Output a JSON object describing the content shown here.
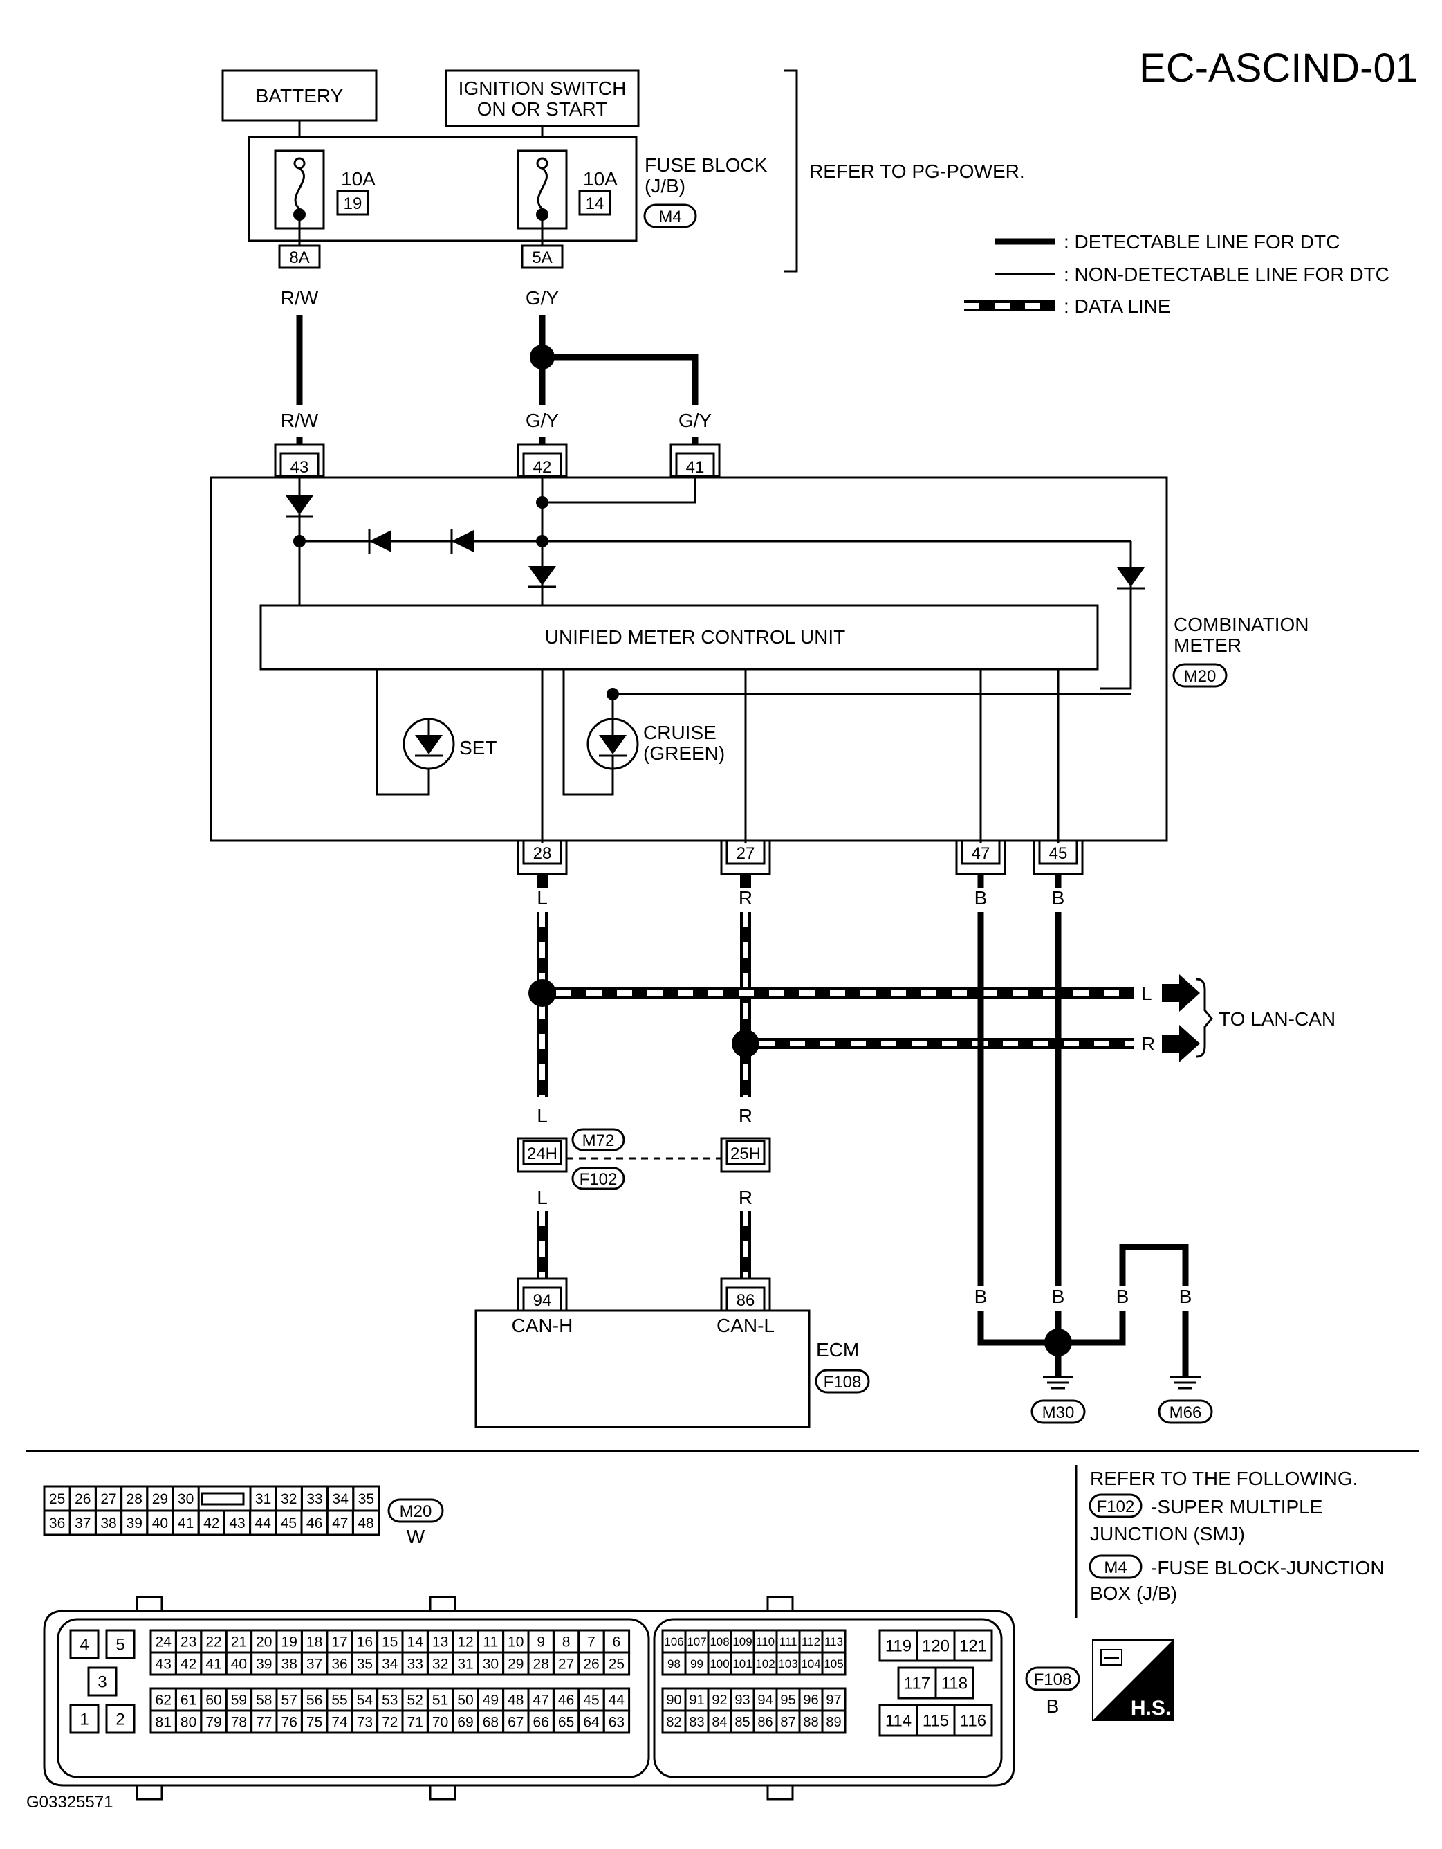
{
  "title": "EC-ASCIND-01",
  "figure_id": "G03325571",
  "supply": {
    "battery": "BATTERY",
    "ignition_line1": "IGNITION SWITCH",
    "ignition_line2": "ON OR START"
  },
  "fuse_block": {
    "label_line1": "FUSE BLOCK",
    "label_line2": "(J/B)",
    "connector": "M4",
    "refer": "REFER TO PG-POWER.",
    "fuse1_rating": "10A",
    "fuse1_no": "19",
    "fuse1_terminal": "8A",
    "fuse2_rating": "10A",
    "fuse2_no": "14",
    "fuse2_terminal": "5A"
  },
  "legend": {
    "detectable": ": DETECTABLE LINE FOR DTC",
    "non_detectable": ": NON-DETECTABLE LINE FOR DTC",
    "data_line": ": DATA LINE"
  },
  "wire_colors": {
    "rw": "R/W",
    "gy": "G/Y",
    "l": "L",
    "r": "R",
    "b": "B"
  },
  "combination_meter": {
    "label_line1": "COMBINATION",
    "label_line2": "METER",
    "connector": "M20",
    "unit": "UNIFIED METER CONTROL UNIT",
    "set": "SET",
    "cruise_line1": "CRUISE",
    "cruise_line2": "(GREEN)",
    "pins_top": [
      "43",
      "42",
      "41"
    ],
    "pins_bottom": [
      "28",
      "27",
      "47",
      "45"
    ]
  },
  "lan_can": {
    "label": "TO LAN-CAN",
    "l": "L",
    "r": "R"
  },
  "junction": {
    "pin_l": "24H",
    "pin_r": "25H",
    "conn1": "M72",
    "conn2": "F102"
  },
  "ecm": {
    "label": "ECM",
    "connector": "F108",
    "pin_h": "94",
    "pin_l": "86",
    "can_h": "CAN-H",
    "can_l": "CAN-L"
  },
  "grounds": [
    "M30",
    "M66"
  ],
  "refer_following": {
    "title": "REFER TO THE FOLLOWING.",
    "item1_conn": "F102",
    "item1_line1": "-SUPER MULTIPLE",
    "item1_line2": "JUNCTION (SMJ)",
    "item2_conn": "M4",
    "item2_line1": "-FUSE BLOCK-JUNCTION",
    "item2_line2": "BOX (J/B)"
  },
  "m20_connector": {
    "id": "M20",
    "color": "W",
    "row1_left": [
      "25",
      "26",
      "27",
      "28",
      "29",
      "30"
    ],
    "row1_right": [
      "31",
      "32",
      "33",
      "34",
      "35"
    ],
    "row2": [
      "36",
      "37",
      "38",
      "39",
      "40",
      "41",
      "42",
      "43",
      "44",
      "45",
      "46",
      "47",
      "48"
    ]
  },
  "f108_connector": {
    "id": "F108",
    "color": "B",
    "left_block": [
      "4",
      "5",
      "3",
      "1",
      "2"
    ],
    "row1": [
      "24",
      "23",
      "22",
      "21",
      "20",
      "19",
      "18",
      "17",
      "16",
      "15",
      "14",
      "13",
      "12",
      "11",
      "10",
      "9",
      "8",
      "7",
      "6"
    ],
    "row2": [
      "43",
      "42",
      "41",
      "40",
      "39",
      "38",
      "37",
      "36",
      "35",
      "34",
      "33",
      "32",
      "31",
      "30",
      "29",
      "28",
      "27",
      "26",
      "25"
    ],
    "row3": [
      "62",
      "61",
      "60",
      "59",
      "58",
      "57",
      "56",
      "55",
      "54",
      "53",
      "52",
      "51",
      "50",
      "49",
      "48",
      "47",
      "46",
      "45",
      "44"
    ],
    "row4": [
      "81",
      "80",
      "79",
      "78",
      "77",
      "76",
      "75",
      "74",
      "73",
      "72",
      "71",
      "70",
      "69",
      "68",
      "67",
      "66",
      "65",
      "64",
      "63"
    ],
    "mid_row1": [
      "106",
      "107",
      "108",
      "109",
      "110",
      "111",
      "112",
      "113"
    ],
    "mid_row2": [
      "98",
      "99",
      "100",
      "101",
      "102",
      "103",
      "104",
      "105"
    ],
    "mid_row3": [
      "90",
      "91",
      "92",
      "93",
      "94",
      "95",
      "96",
      "97"
    ],
    "mid_row4": [
      "82",
      "83",
      "84",
      "85",
      "86",
      "87",
      "88",
      "89"
    ],
    "right_top": [
      "119",
      "120",
      "121"
    ],
    "right_mid": [
      "117",
      "118"
    ],
    "right_bot": [
      "114",
      "115",
      "116"
    ]
  },
  "hs_badge": "H.S."
}
